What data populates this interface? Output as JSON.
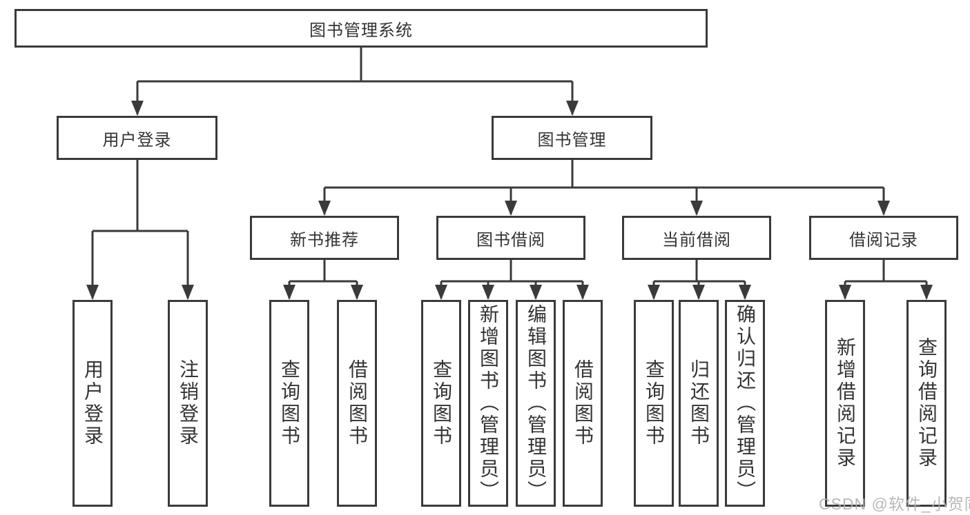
{
  "diagram": {
    "root": {
      "label": "图书管理系统"
    },
    "children": [
      {
        "label": "用户登录",
        "leaves": [
          "用户登录",
          "注销登录"
        ]
      },
      {
        "label": "图书管理",
        "children": [
          {
            "label": "新书推荐",
            "leaves": [
              "查询图书",
              "借阅图书"
            ]
          },
          {
            "label": "图书借阅",
            "leaves": [
              "查询图书",
              "新增图书（管理员）",
              "编辑图书（管理员）",
              "借阅图书"
            ]
          },
          {
            "label": "当前借阅",
            "leaves": [
              "查询图书",
              "归还图书",
              "确认归还（管理员）"
            ]
          },
          {
            "label": "借阅记录",
            "leaves": [
              "新增借阅记录",
              "查询借阅记录"
            ]
          }
        ]
      }
    ]
  },
  "watermark": {
    "text": "CSDN @软件_小贺同学"
  },
  "colors": {
    "line": "#3a3a3c",
    "border": "#3a3a3c",
    "text": "#333333",
    "watermark": "#b0b0b0",
    "background": "#ffffff"
  }
}
